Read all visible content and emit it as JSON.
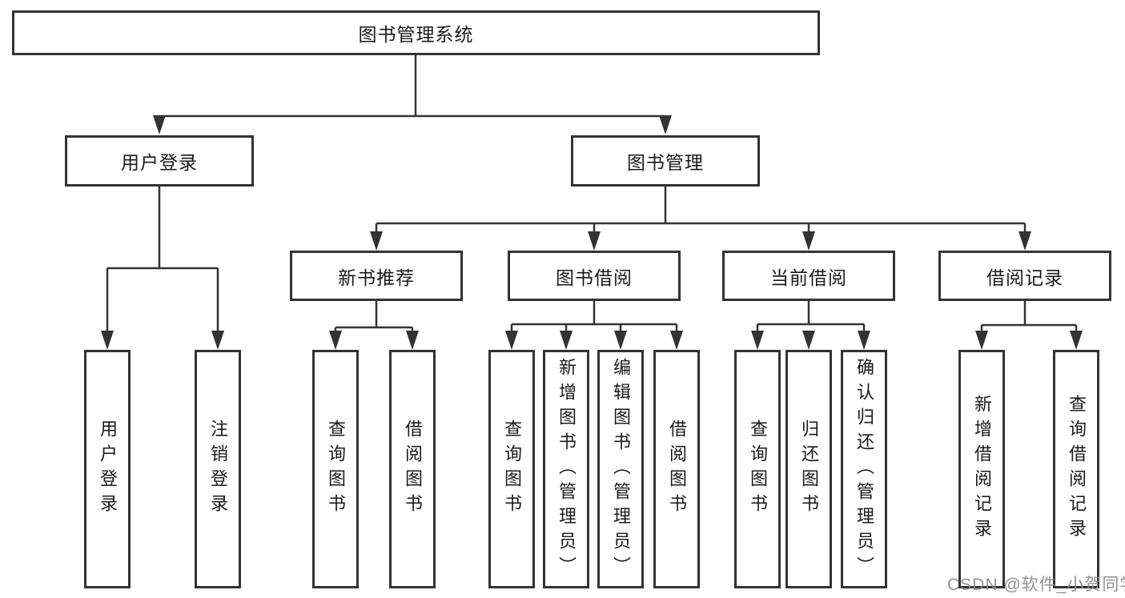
{
  "tree": {
    "root": "图书管理系统",
    "login": {
      "label": "用户登录",
      "children": [
        "用户登录",
        "注销登录"
      ]
    },
    "mgmt": {
      "label": "图书管理",
      "groups": [
        {
          "label": "新书推荐",
          "children": [
            "查询图书",
            "借阅图书"
          ]
        },
        {
          "label": "图书借阅",
          "children": [
            "查询图书",
            "新增图书（管理员）",
            "编辑图书（管理员）",
            "借阅图书"
          ]
        },
        {
          "label": "当前借阅",
          "children": [
            "查询图书",
            "归还图书",
            "确认归还（管理员）"
          ]
        },
        {
          "label": "借阅记录",
          "children": [
            "新增借阅记录",
            "查询借阅记录"
          ]
        }
      ]
    }
  },
  "watermark": "CSDN @软件_小贺同学",
  "colors": {
    "line": "#333333",
    "box_border": "#333333",
    "box_fill": "#ffffff",
    "text": "#1a1a1a",
    "watermark": "#8a8a8a",
    "background": "#ffffff"
  }
}
